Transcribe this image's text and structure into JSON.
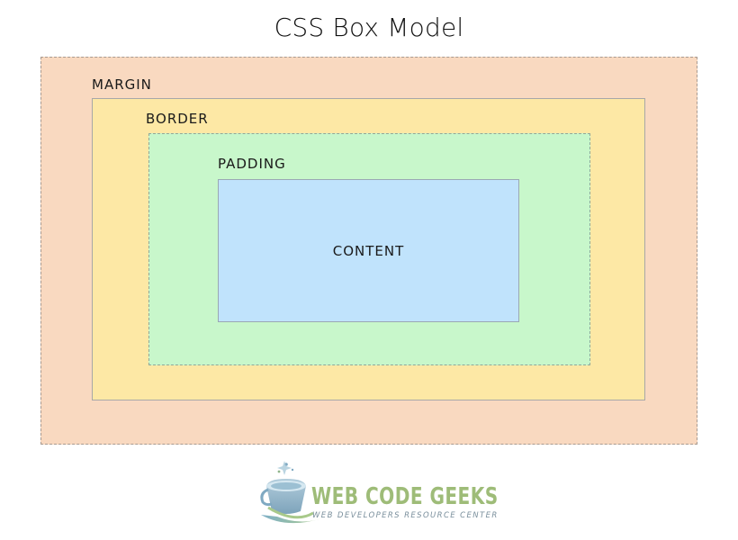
{
  "title": "CSS Box Model",
  "layers": {
    "margin": {
      "label": "MARGIN",
      "fill": "#f9d9c0"
    },
    "border": {
      "label": "BORDER",
      "fill": "#fde8a5"
    },
    "padding": {
      "label": "PADDING",
      "fill": "#c8f7cb"
    },
    "content": {
      "label": "CONTENT",
      "fill": "#c0e3fc"
    }
  },
  "logo": {
    "name": "WEB CODE GEEKS",
    "tagline": "WEB DEVELOPERS RESOURCE CENTER",
    "color": "#9ebc78"
  }
}
